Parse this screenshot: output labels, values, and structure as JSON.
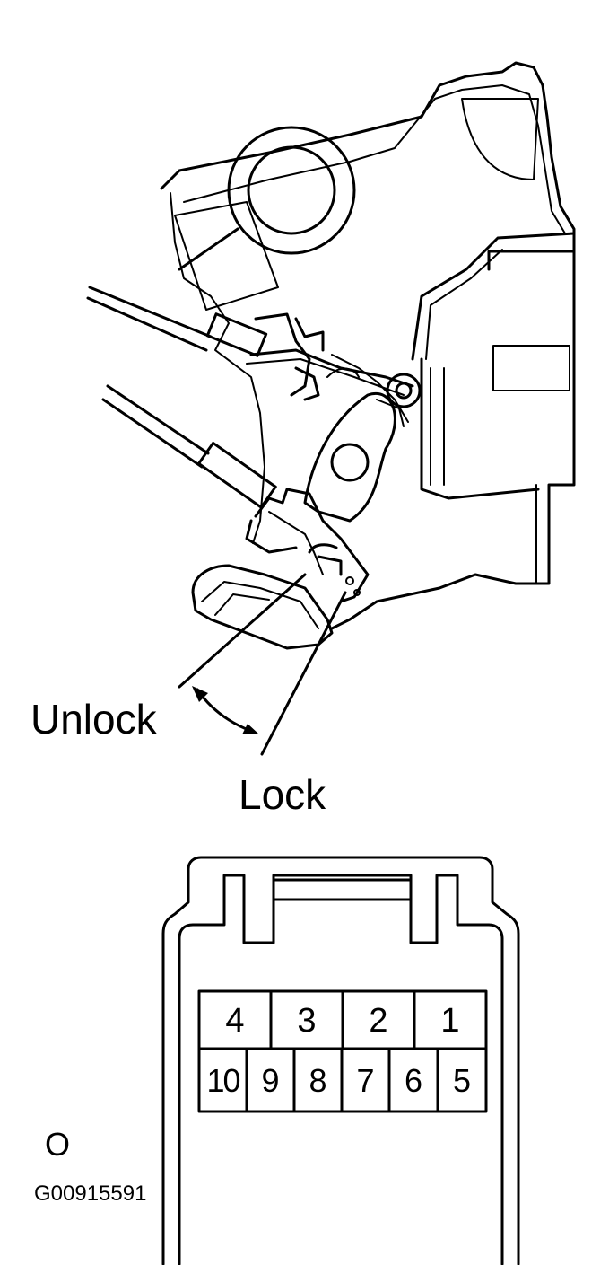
{
  "labels": {
    "unlock": "Unlock",
    "lock": "Lock",
    "view_marker": "O",
    "figure_code": "G00915591"
  },
  "connector": {
    "top_row": [
      "4",
      "3",
      "2",
      "1"
    ],
    "bottom_row": [
      "10",
      "9",
      "8",
      "7",
      "6",
      "5"
    ]
  }
}
